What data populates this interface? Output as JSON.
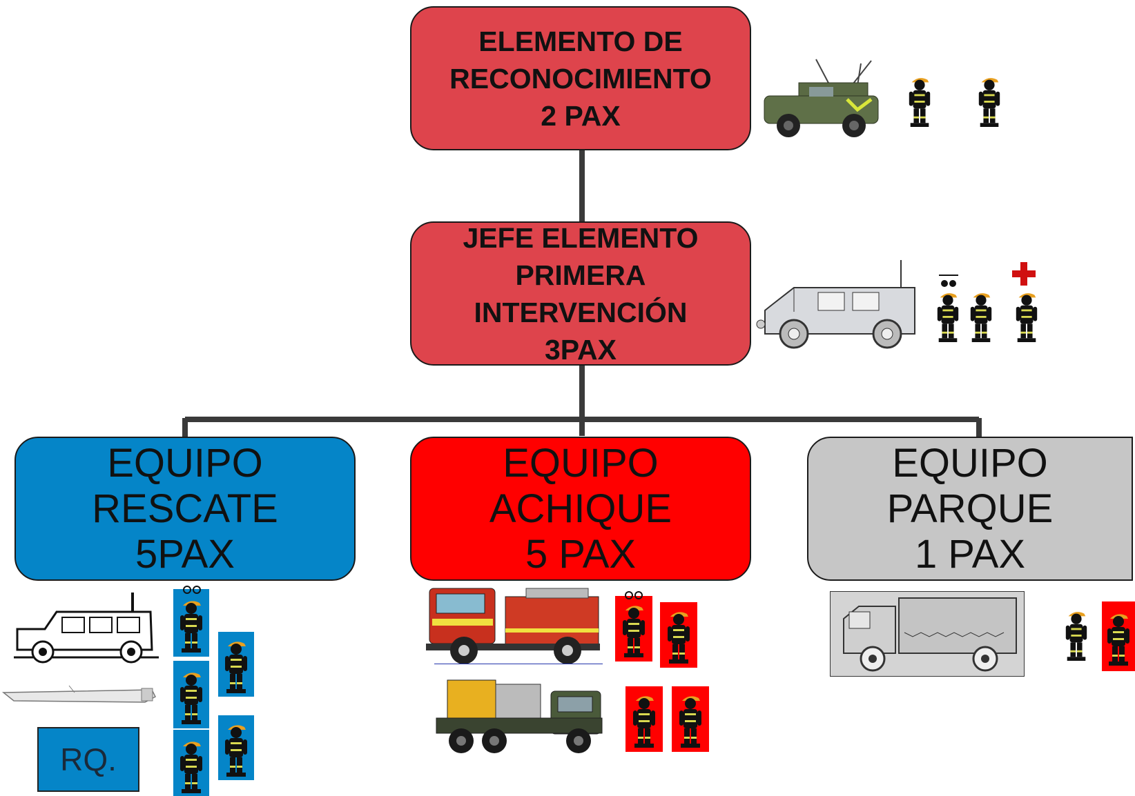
{
  "top_boxes": {
    "reconocimiento": [
      "ELEMENTO DE",
      "RECONOCIMIENTO",
      "2 PAX"
    ],
    "jefe": [
      "JEFE ELEMENTO",
      "PRIMERA",
      "INTERVENCIÓN",
      "3PAX"
    ]
  },
  "teams": {
    "rescate": [
      "EQUIPO RESCATE",
      "5PAX"
    ],
    "achique": [
      "EQUIPO ACHIQUE",
      "5 PAX"
    ],
    "parque": [
      "EQUIPO PARQUE",
      "1 PAX"
    ]
  },
  "rq_label": "RQ.",
  "colors": {
    "red_box": "#de444c",
    "rescate": "#0585c8",
    "achique": "#ff0000",
    "parque": "#c6c6c6",
    "connector": "#3a3a3a",
    "cross": "#d01010"
  },
  "icons": {
    "vehicles": [
      "military-jeep-with-antennas-icon",
      "land-rover-outline-icon",
      "humvee-outline-icon",
      "boat-outline-icon",
      "fire-truck-icon",
      "pump-truck-icon",
      "cargo-truck-outline-icon"
    ],
    "person": "firefighter-figure-icon",
    "medic": "red-cross-icon",
    "leader": "rank-insignia-icon"
  }
}
